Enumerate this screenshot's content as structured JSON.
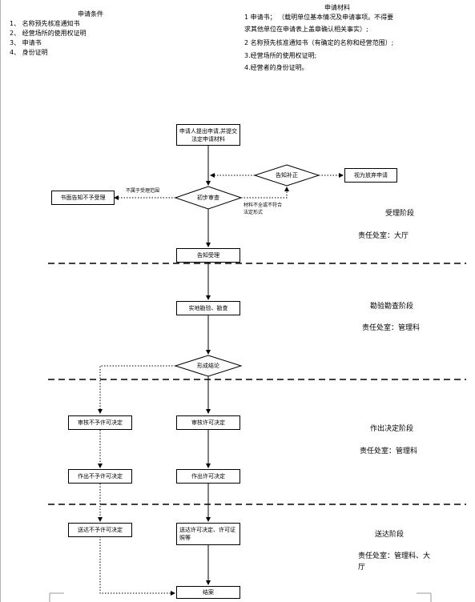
{
  "conditions": {
    "title": "申请条件",
    "items": [
      "1、 名称预先核准通知书",
      "2、 经营场所的使用权证明",
      "3、 申请书",
      "4、 身份证明"
    ]
  },
  "materials": {
    "title": "申请材料",
    "lines": [
      "1 申请书； （载明单位基本情况及申请事项。不得要",
      "求其他单位在申请表上盖章确认相关事实）;",
      "2 名称预先核准通知书（有确定的名称和经营范围）;",
      "3.经营场所的使用权证明;",
      "4.经营者的身份证明。"
    ]
  },
  "flow": {
    "apply": "申请人提出申请,并提交法定申请材料",
    "notify_correction": "告知补正",
    "deemed_abandon": "视为放弃申请",
    "preliminary_review": "初步审查",
    "reject_written": "书面告知不予受理",
    "not_in_scope": "不属于受理范围",
    "incomplete_note": "材料不全或不符合法定形式",
    "notify_accept": "告知受理",
    "site_inspection": "实地勘验、勘查",
    "form_conclusion": "形成结论",
    "review_deny": "审核不予许可决定",
    "review_permit": "审核许可决定",
    "make_deny": "作出不予许可决定",
    "make_permit": "作出许可决定",
    "deliver_deny": "送达不予许可决定",
    "deliver_permit": "送达许可决定、许可证照等",
    "close": "结案"
  },
  "stages": [
    {
      "name": "受理阶段",
      "dept": "责任处室：大厅"
    },
    {
      "name": "勘验勘查阶段",
      "dept": "责任处室：管理科"
    },
    {
      "name": "作出决定阶段",
      "dept": "责任处室：管理科"
    },
    {
      "name": "送达阶段",
      "dept": "责任处室：管理科、大厅"
    }
  ]
}
